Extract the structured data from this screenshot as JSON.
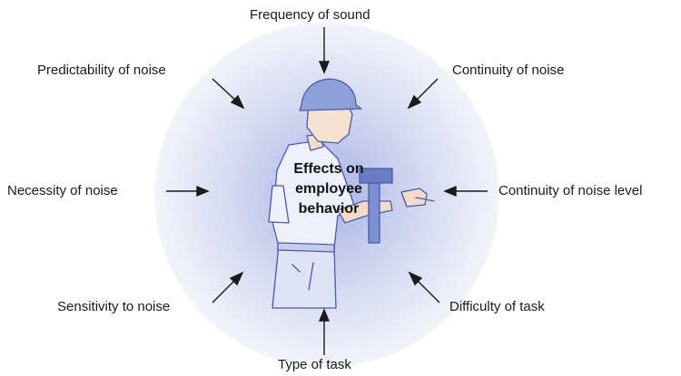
{
  "center": {
    "line1": "Effects on",
    "line2": "employee",
    "line3": "behavior"
  },
  "factors": {
    "top": "Frequency of sound",
    "top_left": "Predictability of noise",
    "top_right": "Continuity of noise",
    "left": "Necessity of noise",
    "right": "Continuity of noise level",
    "bottom_left": "Sensitivity to noise",
    "bottom_right": "Difficulty of task",
    "bottom": "Type of task"
  },
  "colors": {
    "circle_center": "#aab4e6",
    "circle_edge": "#f1f2fa",
    "arrow": "#1a1a1a",
    "worker_outline": "#4a5aa8",
    "worker_fill": "#e8ebf7",
    "hardhat": "#8ea0d8"
  },
  "icons": {
    "figure": "construction-worker-with-hammer-illustration"
  }
}
